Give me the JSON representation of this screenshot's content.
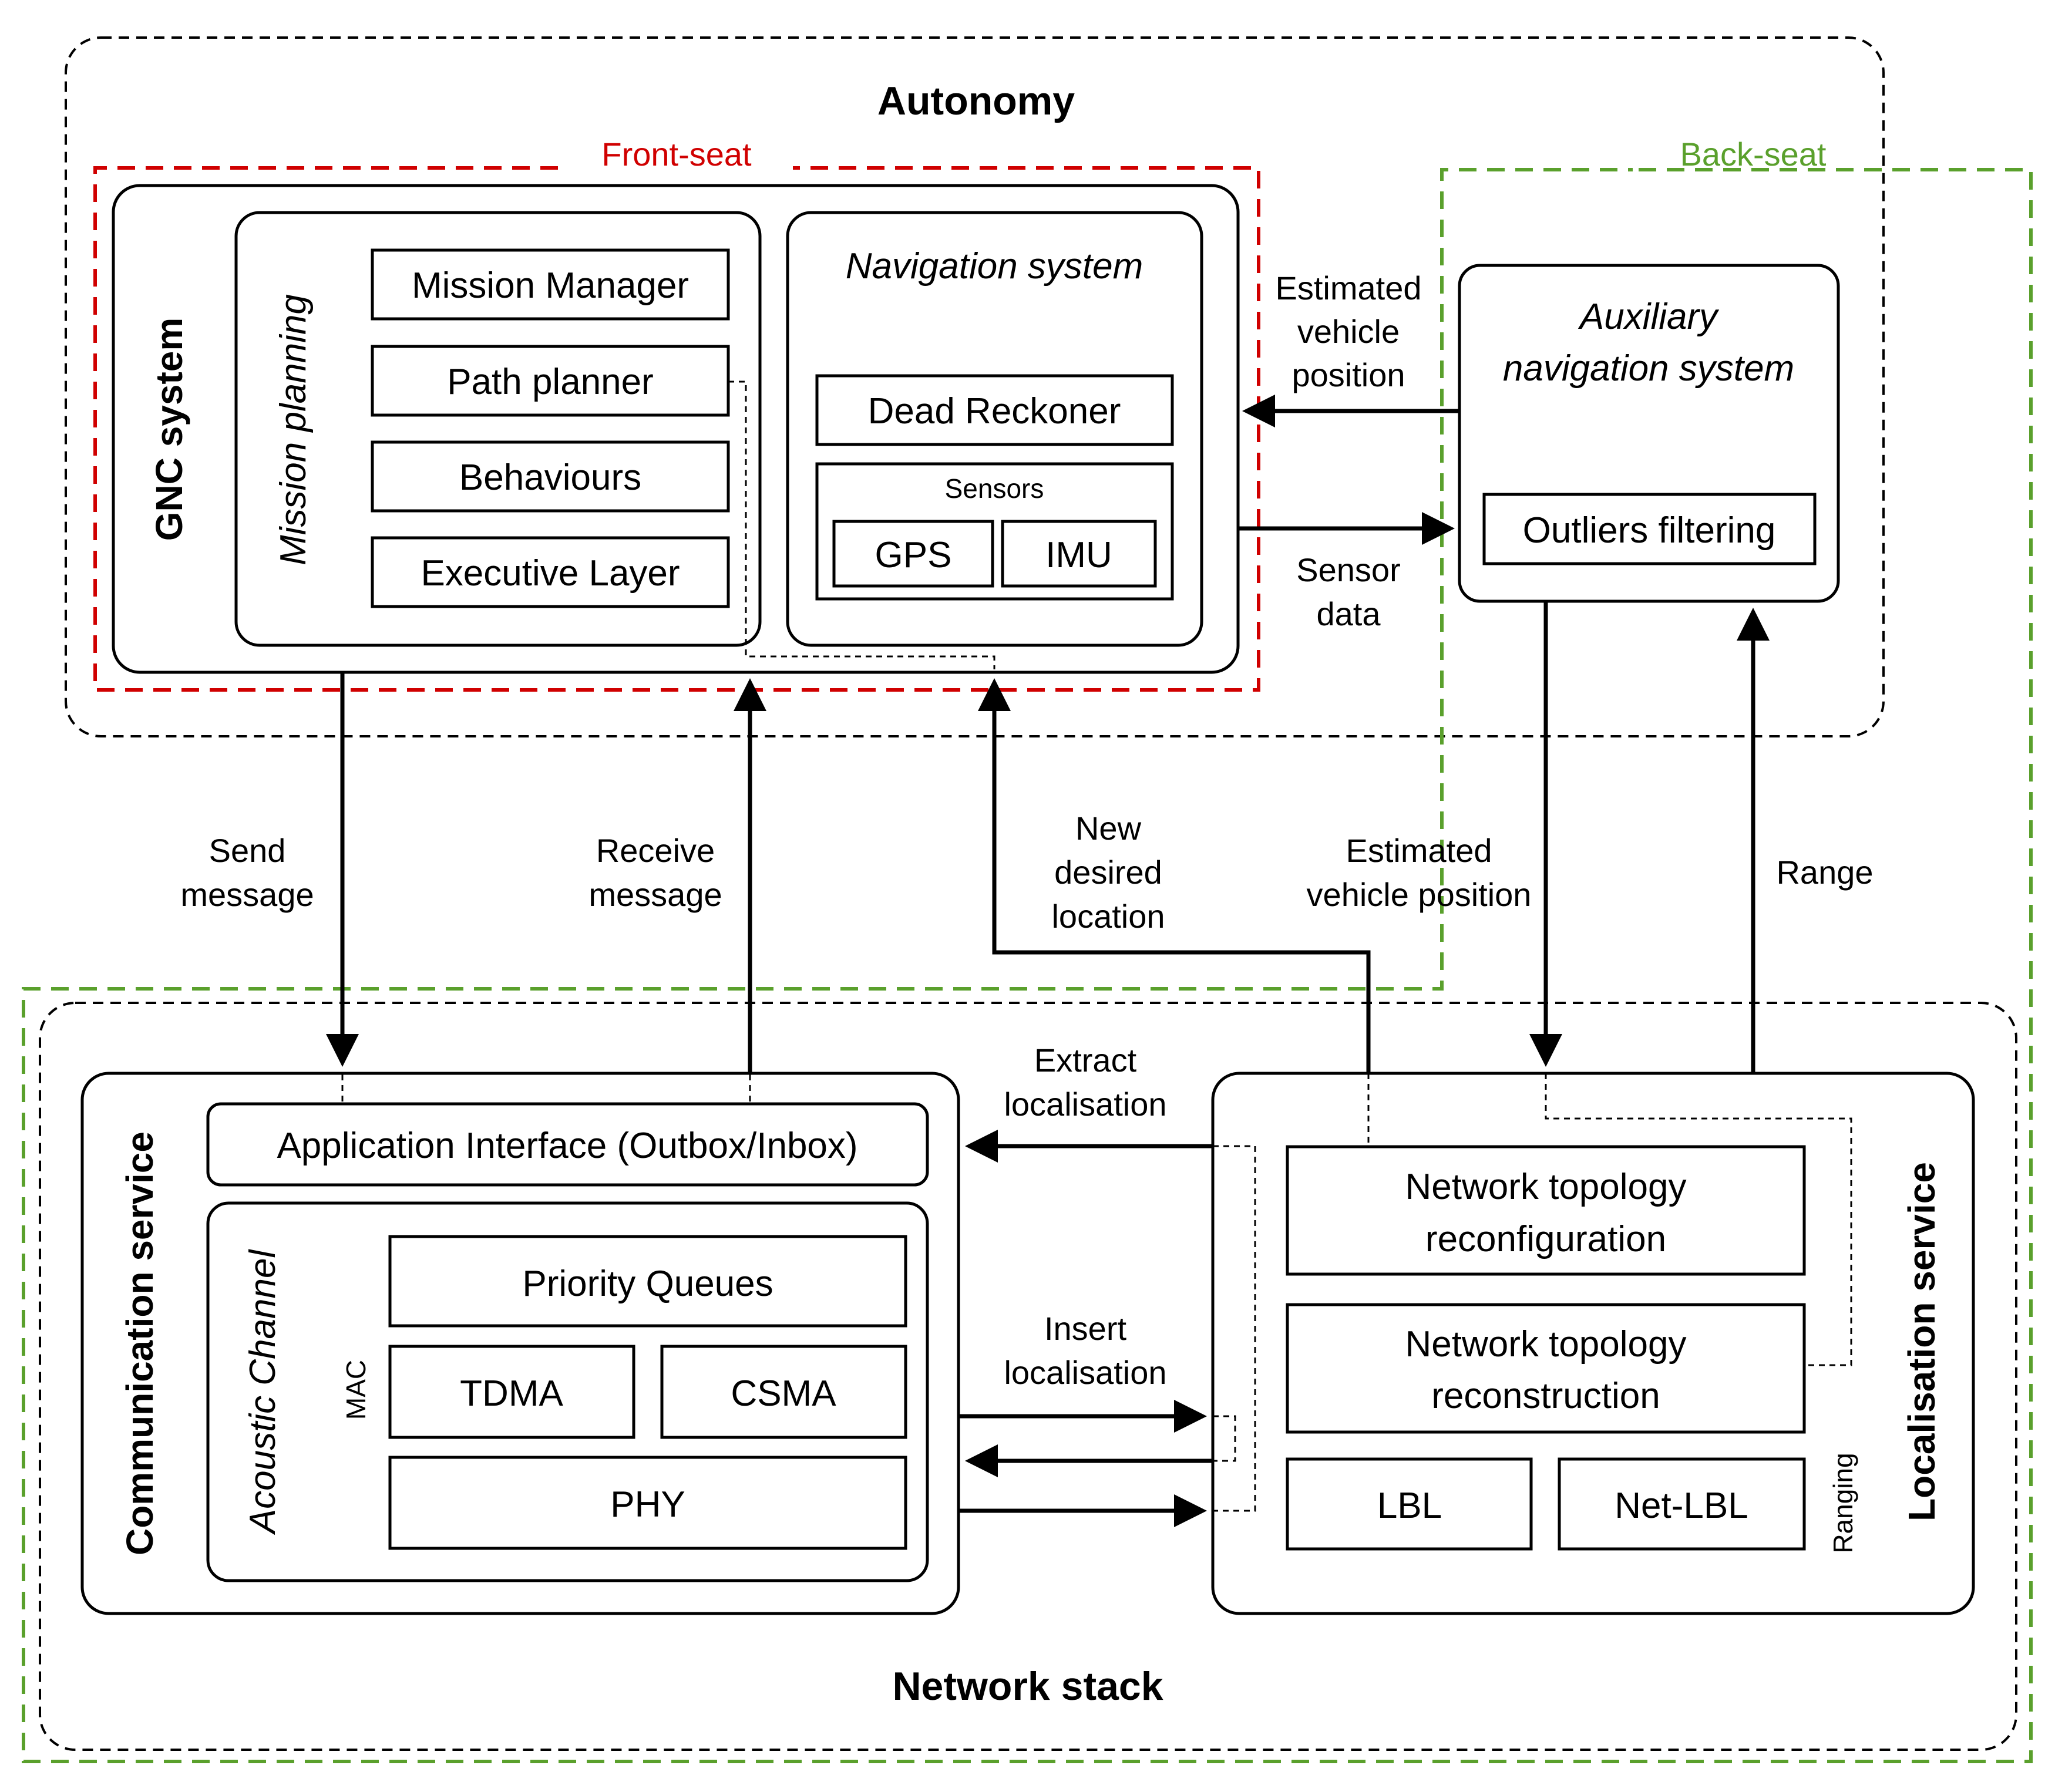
{
  "colors": {
    "front_seat": "#d00000",
    "back_seat": "#5aa02c",
    "lines": "#000000"
  },
  "regions": {
    "autonomy": "Autonomy",
    "front_seat": "Front-seat",
    "back_seat": "Back-seat",
    "network_stack": "Network stack"
  },
  "gnc": {
    "title": "GNC system",
    "mission_planning": {
      "title": "Mission planning",
      "items": [
        "Mission Manager",
        "Path planner",
        "Behaviours",
        "Executive Layer"
      ]
    },
    "navigation": {
      "title": "Navigation system",
      "dead_reckoner": "Dead Reckoner",
      "sensors": {
        "title": "Sensors",
        "items": [
          "GPS",
          "IMU"
        ]
      }
    }
  },
  "auxiliary": {
    "title_line1": "Auxiliary",
    "title_line2": "navigation system",
    "outliers": "Outliers filtering"
  },
  "communication": {
    "title": "Communication service",
    "app_interface": "Application Interface (Outbox/Inbox)",
    "acoustic_channel": "Acoustic Channel",
    "mac": "MAC",
    "priority_queues": "Priority Queues",
    "tdma": "TDMA",
    "csma": "CSMA",
    "phy": "PHY"
  },
  "localisation": {
    "title": "Localisation service",
    "reconfig_line1": "Network topology",
    "reconfig_line2": "reconfiguration",
    "reconstr_line1": "Network topology",
    "reconstr_line2": "reconstruction",
    "lbl": "LBL",
    "net_lbl": "Net-LBL",
    "ranging": "Ranging"
  },
  "flows": {
    "est_pos_top": [
      "Estimated",
      "vehicle",
      "position"
    ],
    "sensor_data": [
      "Sensor",
      "data"
    ],
    "send_message": [
      "Send",
      "message"
    ],
    "receive_message": [
      "Receive",
      "message"
    ],
    "new_desired_location": [
      "New",
      "desired",
      "location"
    ],
    "est_pos_mid": [
      "Estimated",
      "vehicle position"
    ],
    "range": "Range",
    "extract_localisation": [
      "Extract",
      "localisation"
    ],
    "insert_localisation": [
      "Insert",
      "localisation"
    ]
  }
}
